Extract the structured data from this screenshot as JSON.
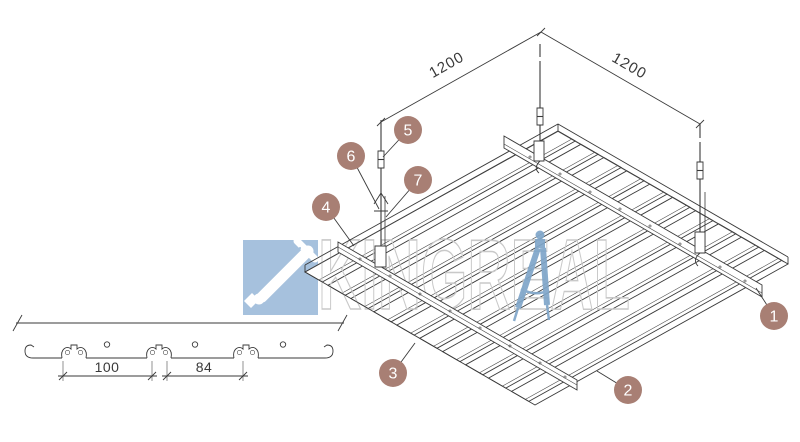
{
  "watermark": {
    "brand": "KINGREAL"
  },
  "iso": {
    "dim_left": "1200",
    "dim_right": "1200"
  },
  "profile": {
    "dim_module": "100",
    "dim_panel": "84"
  },
  "callouts": [
    {
      "number": "1"
    },
    {
      "number": "2"
    },
    {
      "number": "3"
    },
    {
      "number": "4"
    },
    {
      "number": "5"
    },
    {
      "number": "6"
    },
    {
      "number": "7"
    }
  ],
  "colors": {
    "line": "#3a3a3a",
    "callout_fill": "#a87f74",
    "callout_text": "#ffffff",
    "logo_square": "#a6c1dd",
    "logo_glyph": "#ffffff",
    "compass_blue": "#7fa6c9",
    "watermark_outline": "#c9c9c9"
  }
}
